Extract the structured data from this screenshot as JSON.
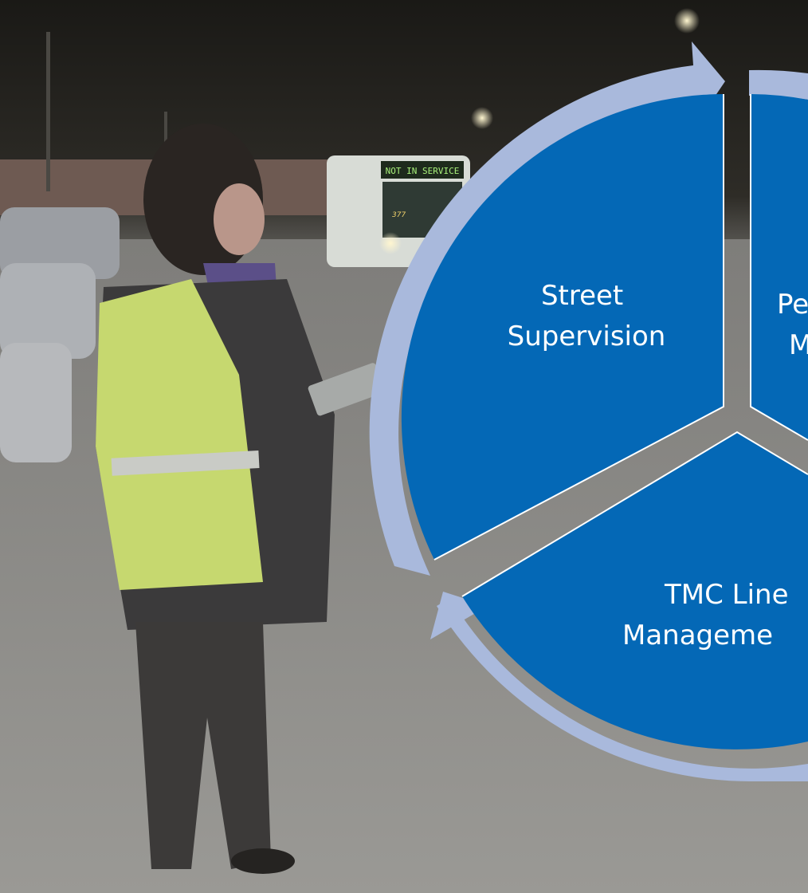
{
  "background": {
    "description_icon": "photo-background",
    "bus_sign": "NOT IN SERVICE",
    "bus_number": "377"
  },
  "cycle": {
    "segments": [
      {
        "lines": [
          "Street",
          "Supervision"
        ]
      },
      {
        "lines": [
          "Pe",
          "M"
        ]
      },
      {
        "lines": [
          "TMC Line",
          "Manageme"
        ]
      }
    ]
  },
  "colors": {
    "segment_fill": "#0468b6",
    "ring": "#a9b9dc",
    "gap_line": "#ffffff"
  }
}
